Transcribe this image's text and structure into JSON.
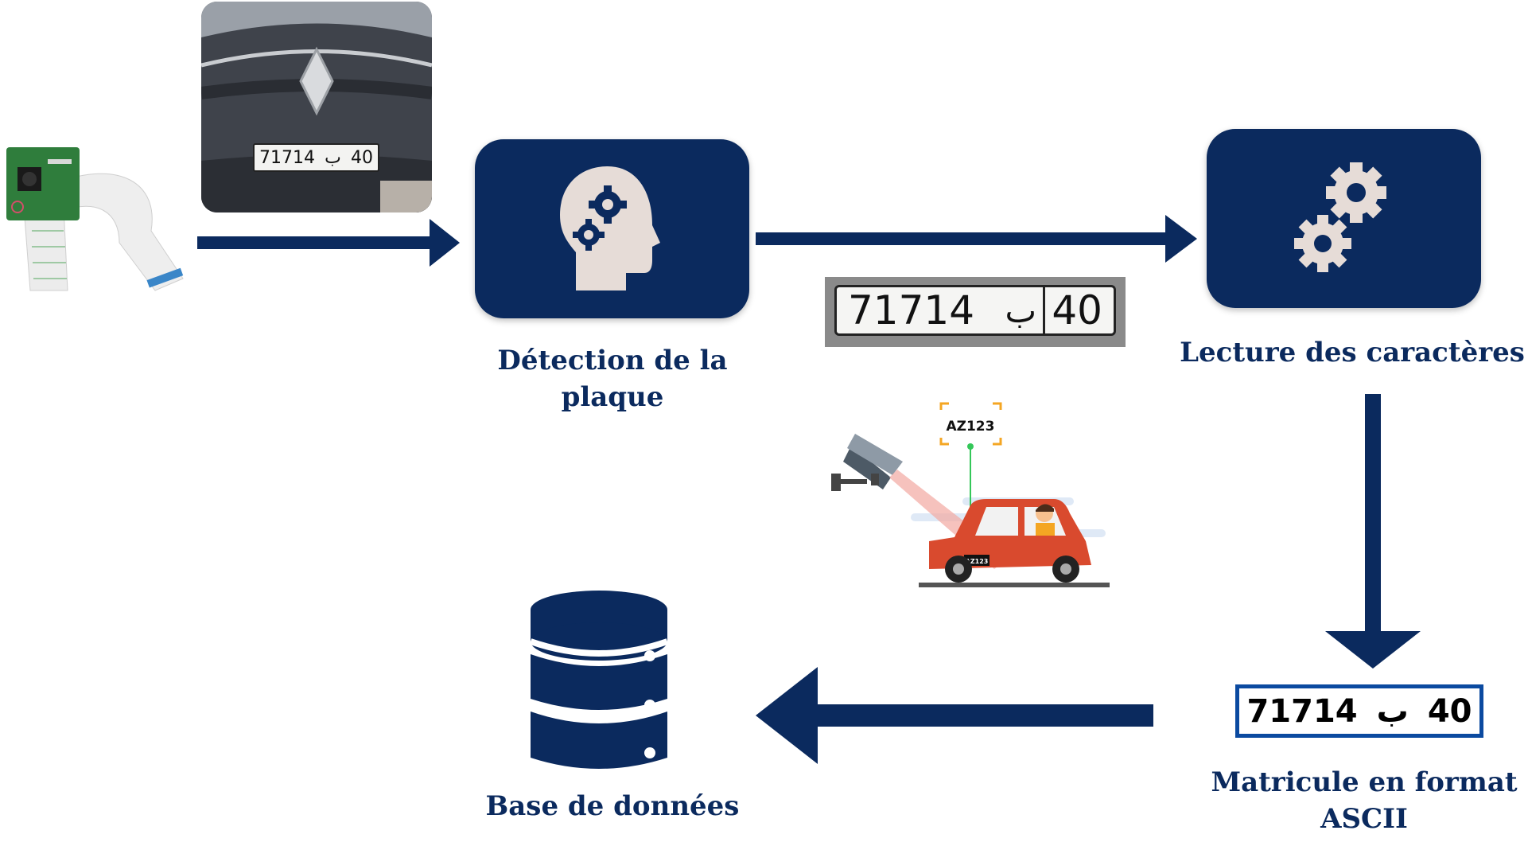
{
  "steps": {
    "detection": {
      "label": "Détection de la plaque",
      "icon": "head-gears-icon"
    },
    "reading": {
      "label": "Lecture des caractères",
      "icon": "gears-icon"
    },
    "ascii": {
      "label": "Matricule en format ASCII"
    },
    "database": {
      "label": "Base de données",
      "icon": "database-icon"
    }
  },
  "plates": {
    "car_photo": {
      "number": "71714",
      "letter": "ب",
      "region": "40"
    },
    "cropped": {
      "number": "71714",
      "letter": "ب",
      "region": "40"
    },
    "ascii": {
      "number": "71714",
      "letter": "ب",
      "region": "40"
    }
  },
  "illustration": {
    "plate_tag": "AZ123",
    "car_plate": "AZ123"
  },
  "colors": {
    "primary": "#0b2a5e",
    "ascii_border": "#0b4aa0",
    "icon_fill": "#e6dcd7"
  }
}
